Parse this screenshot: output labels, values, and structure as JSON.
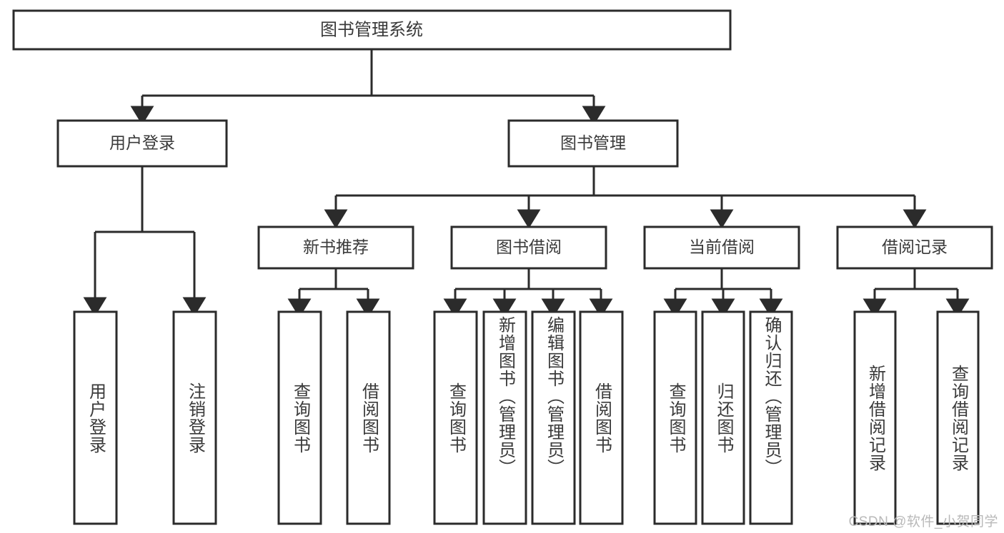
{
  "diagram": {
    "title": "图书管理系统",
    "type": "hierarchy-tree",
    "root": {
      "label": "图书管理系统"
    },
    "level2": [
      {
        "label": "用户登录"
      },
      {
        "label": "图书管理"
      }
    ],
    "level3": [
      {
        "label": "新书推荐"
      },
      {
        "label": "图书借阅"
      },
      {
        "label": "当前借阅"
      },
      {
        "label": "借阅记录"
      }
    ],
    "leaves_user_login": [
      {
        "label": "用户登录"
      },
      {
        "label": "注销登录"
      }
    ],
    "leaves_new_book": [
      {
        "label": "查询图书"
      },
      {
        "label": "借阅图书"
      }
    ],
    "leaves_borrow": [
      {
        "label": "查询图书"
      },
      {
        "label": "新增图书（管理员）"
      },
      {
        "label": "编辑图书（管理员）"
      },
      {
        "label": "借阅图书"
      }
    ],
    "leaves_current": [
      {
        "label": "查询图书"
      },
      {
        "label": "归还图书"
      },
      {
        "label": "确认归还（管理员）"
      }
    ],
    "leaves_record": [
      {
        "label": "新增借阅记录"
      },
      {
        "label": "查询借阅记录"
      }
    ]
  },
  "watermark": {
    "text": "CSDN @软件_小贺同学"
  },
  "colors": {
    "stroke": "#2b2b2b",
    "text": "#3a3a3a",
    "background": "#ffffff",
    "watermark": "#b9b9b9"
  }
}
